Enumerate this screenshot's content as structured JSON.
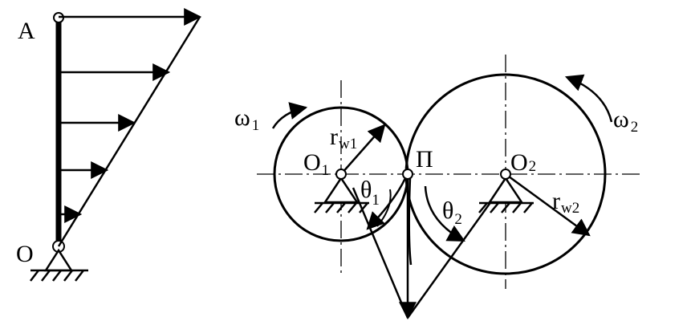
{
  "labels": {
    "point_a": "A",
    "point_o": "O",
    "omega1": "ω",
    "omega1_sub": "1",
    "omega2": "ω",
    "omega2_sub": "2",
    "r_w1": "r",
    "r_w1_sub": "w1",
    "r_w2": "r",
    "r_w2_sub": "w2",
    "center_o1": "O",
    "center_o1_sub": "1",
    "center_o2": "O",
    "center_o2_sub": "2",
    "pitch_point": "П",
    "theta1": "θ",
    "theta1_sub": "1",
    "theta2": "θ",
    "theta2_sub": "2"
  }
}
